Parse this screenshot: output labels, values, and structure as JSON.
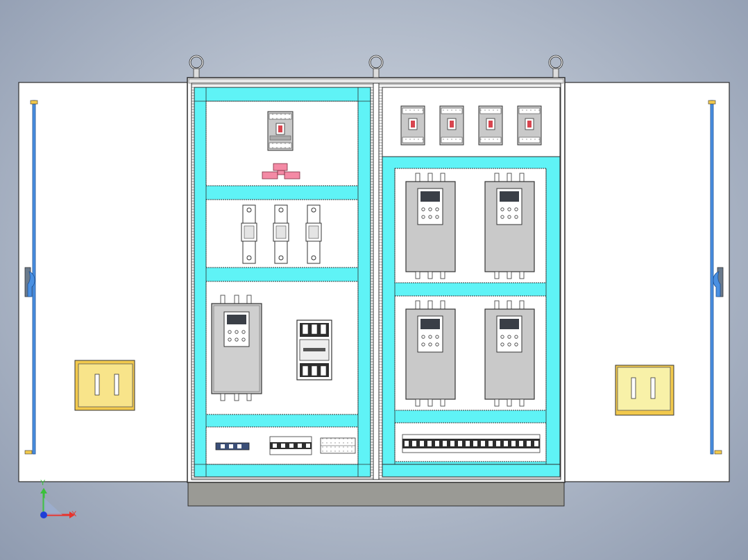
{
  "scene": {
    "background_top": "#d6dce6",
    "background_bottom": "#8f9bb0"
  },
  "colors": {
    "frame_cyan": "#5ff3f6",
    "panel_white": "#ffffff",
    "line_dark": "#2d2d2d",
    "device_gray": "#c9c9c9",
    "lcd": "#3a3f47",
    "handle_yellow": "#f4e07a",
    "handle_yellow_dark": "#f2c94c",
    "rod_blue": "#4a90e2",
    "busbar_pink": "#f48aa5",
    "plinth": "#9a9a95"
  },
  "axes": {
    "x_label": "X",
    "y_label": "Y",
    "x_color": "#e8332b",
    "y_color": "#3ac03a",
    "origin_color": "#1f3fd8"
  },
  "components": {
    "lifting_eyes": [
      "lifting-eye-left",
      "lifting-eye-center",
      "lifting-eye-right"
    ],
    "left_cabinet": {
      "breaker_label": "main-breaker",
      "fuse_count": 3,
      "soft_starter_count": 1,
      "contactor_label": "contactor"
    },
    "right_cabinet": {
      "breaker_count": 4,
      "soft_starter_count": 4,
      "terminal_block_count": 1
    }
  }
}
